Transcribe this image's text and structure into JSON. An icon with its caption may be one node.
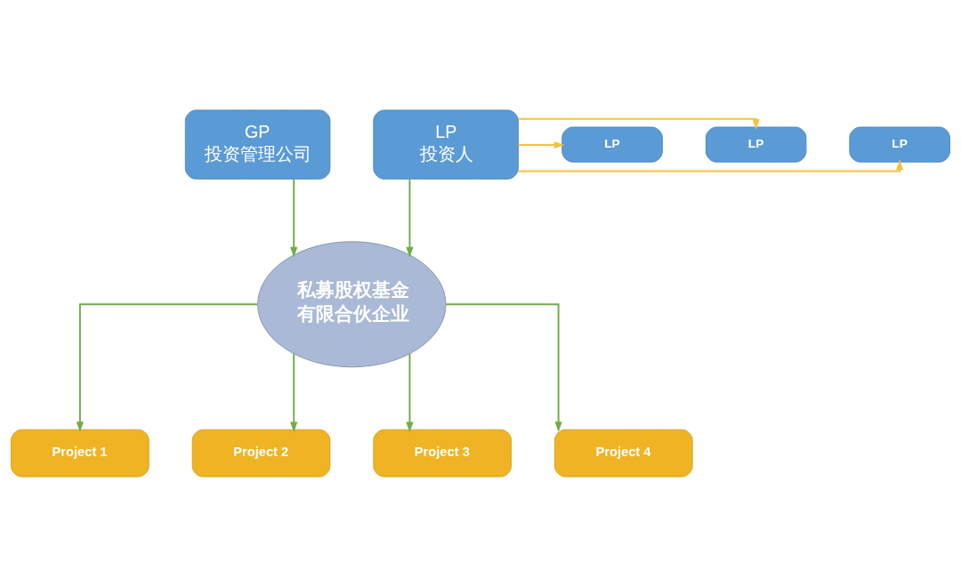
{
  "diagram": {
    "nodes": [
      {
        "text": [
          "GP",
          "投资管理公司"
        ]
      },
      {
        "text": [
          "LP",
          "投资人"
        ]
      },
      {
        "text": [
          "LP"
        ]
      },
      {
        "text": [
          "LP"
        ]
      },
      {
        "text": [
          "LP"
        ]
      },
      {
        "text": [
          "私募股权基金有限合伙企业"
        ]
      },
      {
        "text": [
          "Project 1"
        ]
      },
      {
        "text": [
          "Project 2"
        ]
      },
      {
        "text": [
          "Project 3"
        ]
      },
      {
        "text": [
          "Project 4"
        ]
      }
    ],
    "edges": [
      {
        "from": 1,
        "to": 2,
        "arrow": "to",
        "color": "#f5c242"
      },
      {
        "from": 1,
        "to": 3,
        "arrow": "to",
        "color": "#f5c242"
      },
      {
        "from": 1,
        "to": 4,
        "arrow": "to",
        "color": "#f5c242"
      },
      {
        "from": 0,
        "to": 5,
        "arrow": "to"
      },
      {
        "from": 1,
        "to": 5,
        "arrow": "to"
      },
      {
        "from": 5,
        "to": 6,
        "arrow": "to"
      },
      {
        "from": 5,
        "to": 7,
        "arrow": "to"
      },
      {
        "from": 5,
        "to": 8,
        "arrow": "to"
      },
      {
        "from": 5,
        "to": 9,
        "arrow": "to"
      }
    ]
  }
}
